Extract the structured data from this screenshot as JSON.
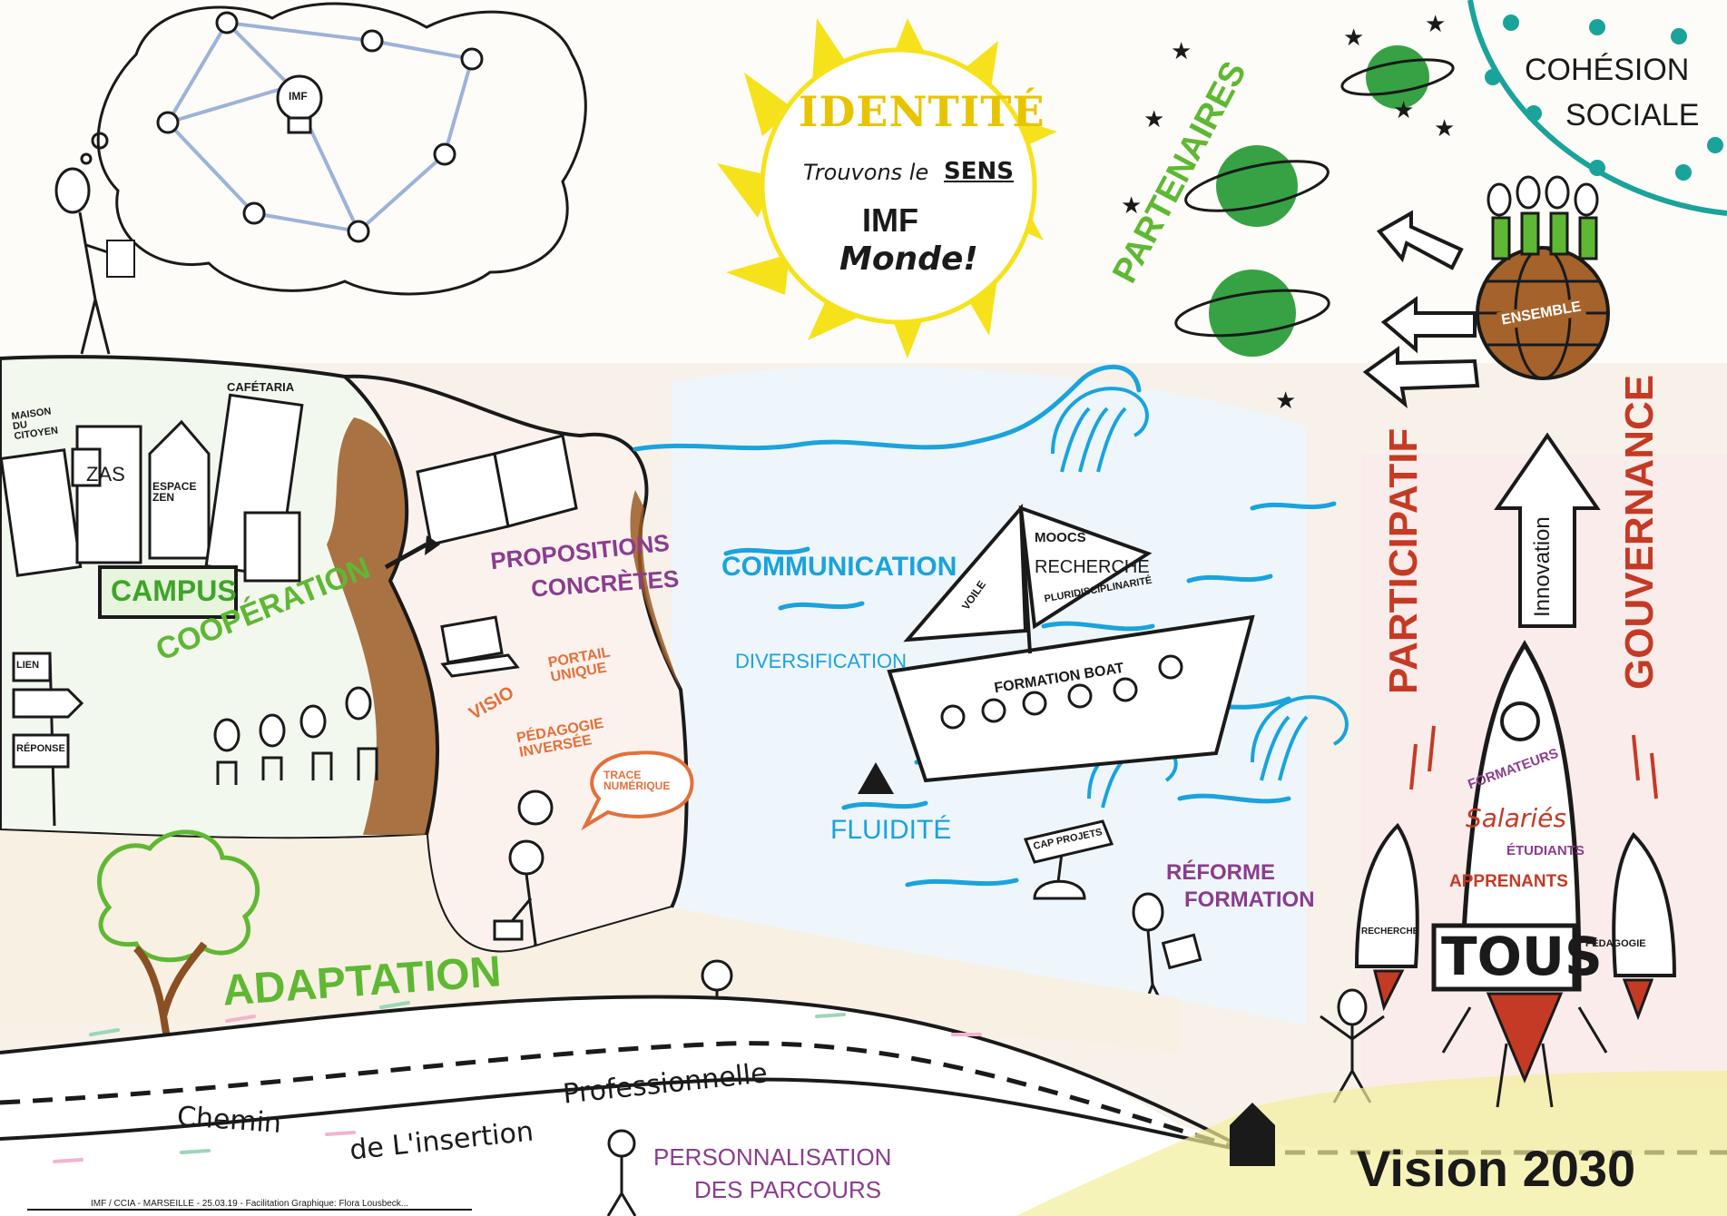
{
  "sun": {
    "title": "IDENTITÉ",
    "subtitle_1": "Trouvons le",
    "subtitle_2": "SENS",
    "line_1": "IMF",
    "line_2": "Monde!"
  },
  "thought_bubble": {
    "center_label": "IMF"
  },
  "campus": {
    "label": "CAMPUS",
    "buildings": [
      "MAISON DU CITOYEN",
      "ZAS",
      "ESPACE ZEN",
      "CAFÉTARIA"
    ]
  },
  "cooperation": "COOPÉRATION",
  "signpost": {
    "top": "LIEN",
    "bottom": "RÉPONSE"
  },
  "propositions": {
    "title_1": "PROPOSITIONS",
    "title_2": "CONCRÈTES",
    "items": [
      "VISIO",
      "PORTAIL UNIQUE",
      "PÉDAGOGIE INVERSÉE",
      "TRACE NUMÉRIQUE"
    ]
  },
  "sea": {
    "communication": "COMMUNICATION",
    "diversification": "DIVERSIFICATION",
    "fluidite": "FLUIDITÉ"
  },
  "boat": {
    "hull": "FORMATION BOAT",
    "sail_left": "VOILE",
    "sail_items": [
      "MOOCS",
      "RECHERCHE",
      "PLURIDISCIPLINARITÉ"
    ]
  },
  "buoy": "CAP PROJETS",
  "reforme": {
    "line_1": "RÉFORME",
    "line_2": "FORMATION"
  },
  "adaptation": "ADAPTATION",
  "partenaires": "PARTENAIRES",
  "cohesion": {
    "line_1": "COHÉSION",
    "line_2": "SOCIALE"
  },
  "globe": "ENSEMBLE",
  "participatif": "PARTICIPATIF",
  "innovation": "Innovation",
  "gouvernance": "GOUVERNANCE",
  "rocket": {
    "words": [
      "FORMATEURS",
      "Salariés",
      "ÉTUDIANTS",
      "APPRENANTS"
    ],
    "base": "TOUS",
    "left_booster": "RECHERCHE",
    "right_booster": "PÉDAGOGIE"
  },
  "road": {
    "w1": "Chemin",
    "w2": "de L'insertion",
    "w3": "Professionnelle"
  },
  "personnalisation": {
    "line_1": "PERSONNALISATION",
    "line_2": "DES PARCOURS"
  },
  "vision": "Vision 2030",
  "footer": "IMF / CCIA - MARSEILLE - 25.03.19 - Facilitation Graphique: Flora Lousbeck...",
  "colors": {
    "sun_yellow": "#f6e21a",
    "sea_blue": "#1aa3dc",
    "green": "#5fb833",
    "planet_green": "#36a244",
    "orange": "#e3703b",
    "purple": "#8b3c8f",
    "red": "#c53a24",
    "teal": "#1aa39a",
    "brown": "#8a4f22"
  }
}
